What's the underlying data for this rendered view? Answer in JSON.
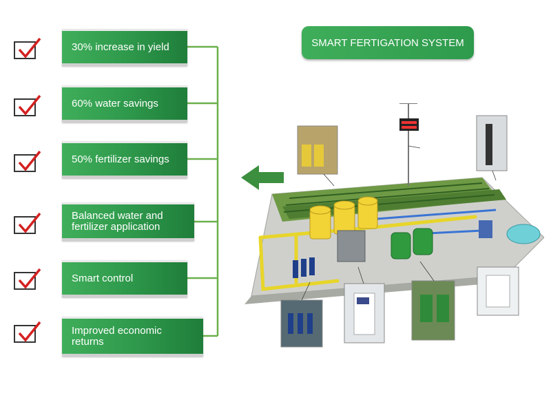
{
  "title": "SMART FERTIGATION SYSTEM",
  "benefits": [
    {
      "label": "30% increase in yield"
    },
    {
      "label": "60% water savings"
    },
    {
      "label": "50% fertilizer savings"
    },
    {
      "label": "Balanced water and fertilizer application"
    },
    {
      "label": "Smart control"
    },
    {
      "label": "Improved economic returns"
    }
  ],
  "colors": {
    "accent_green": "#2f9a4c",
    "bracket_green": "#6ab04c",
    "check_red": "#d32020"
  },
  "icons": [
    "checkbox-icon",
    "left-arrow-icon"
  ]
}
